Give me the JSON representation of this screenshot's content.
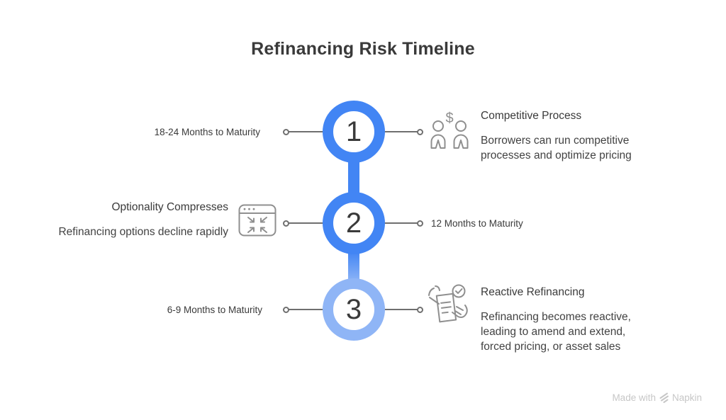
{
  "title": "Refinancing Risk Timeline",
  "steps": [
    {
      "number": "1",
      "side_label": "18-24 Months to Maturity",
      "heading": "Competitive Process",
      "body": "Borrowers can run competitive processes and optimize pricing",
      "icon": "people-dollar-icon"
    },
    {
      "number": "2",
      "side_label": "12 Months to Maturity",
      "heading": "Optionality Compresses",
      "body": "Refinancing options decline rapidly",
      "icon": "compress-window-icon"
    },
    {
      "number": "3",
      "side_label": "6-9 Months to Maturity",
      "heading": "Reactive Refinancing",
      "body": "Refinancing becomes reactive, leading to amend and extend, forced pricing, or asset sales",
      "icon": "document-check-icon"
    }
  ],
  "icon_glyphs": {
    "dollar": "$"
  },
  "colors": {
    "blue": "#4285F4",
    "blue_light": "#8FB5F6",
    "text_dark": "#3A3A3A",
    "text_body": "#424242",
    "line_gray": "#6F6F6F",
    "icon_gray": "#8F8F8F",
    "watermark_gray": "#C7C7C7"
  },
  "watermark": {
    "prefix": "Made with",
    "brand": "Napkin"
  }
}
